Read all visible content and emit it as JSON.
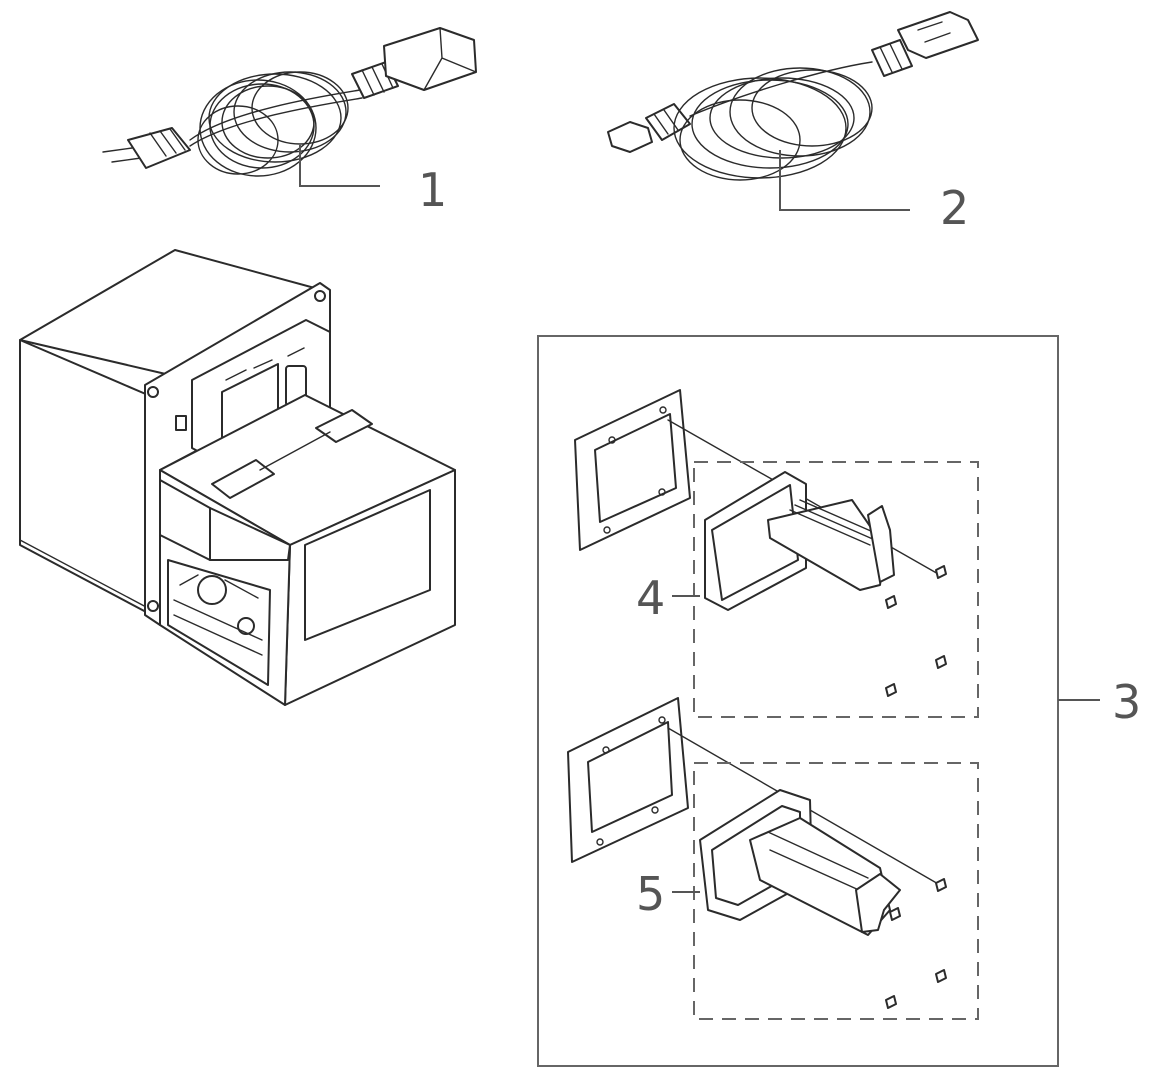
{
  "callouts": {
    "c1": "1",
    "c2": "2",
    "c3": "3",
    "c4": "4",
    "c5": "5"
  },
  "colors": {
    "line": "#2b2b2b",
    "callout": "#555555",
    "background": "#ffffff"
  }
}
